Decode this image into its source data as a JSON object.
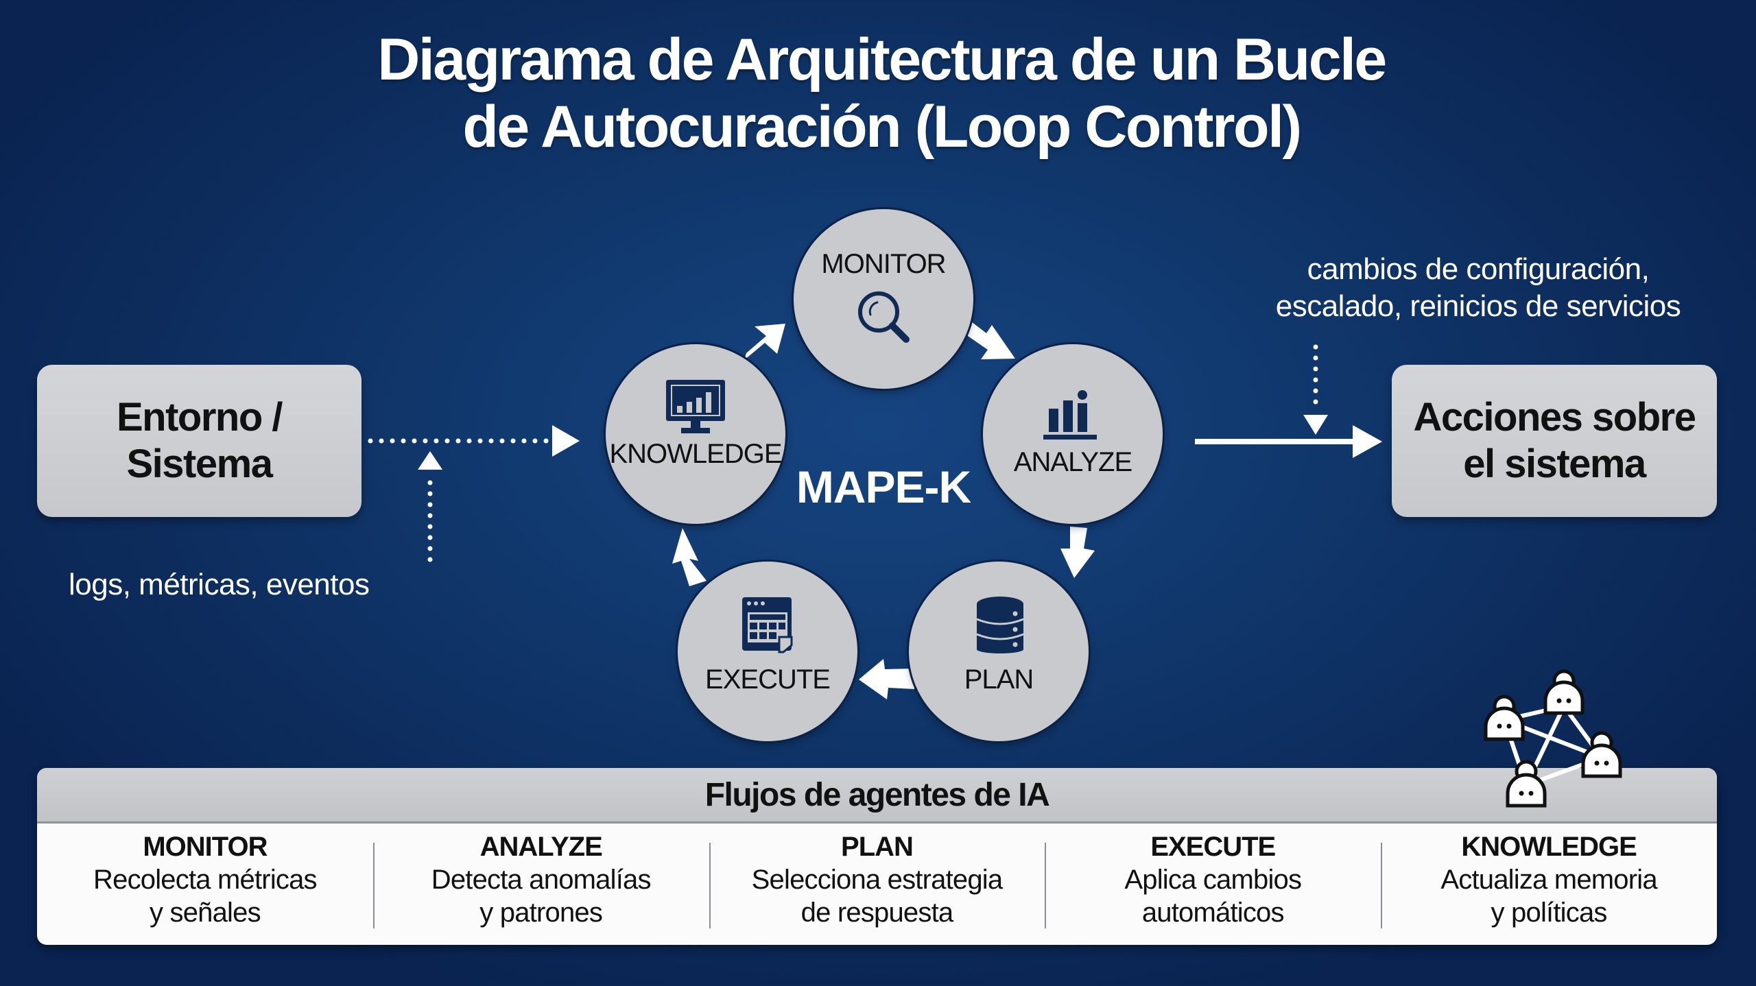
{
  "title": {
    "line1": "Diagrama de Arquitectura de un Bucle",
    "line2": "de Autocuración (Loop Control)"
  },
  "colors": {
    "background": "#113a70",
    "background_edge": "#0a2350",
    "node_fill": "#c9cacd",
    "icon_navy": "#0f2a55",
    "panel_header": "#c7c8cb",
    "panel_body": "#fbfbfb",
    "arrow": "#ffffff"
  },
  "left_box": {
    "line1": "Entorno /",
    "line2": "Sistema"
  },
  "left_note": "logs, métricas, eventos",
  "right_box": {
    "line1": "Acciones sobre",
    "line2": "el sistema"
  },
  "right_note": {
    "line1": "cambios de configuración,",
    "line2": "escalado, reinicios de servicios"
  },
  "loop": {
    "center_label": "MAPE-K",
    "nodes": [
      {
        "id": "monitor",
        "label": "MONITOR",
        "icon": "magnifier-icon"
      },
      {
        "id": "analyze",
        "label": "ANALYZE",
        "icon": "bar-chart-icon"
      },
      {
        "id": "plan",
        "label": "PLAN",
        "icon": "database-icon"
      },
      {
        "id": "execute",
        "label": "EXECUTE",
        "icon": "spreadsheet-window-icon"
      },
      {
        "id": "knowledge",
        "label": "KNOWLEDGE",
        "icon": "monitor-chart-icon"
      }
    ]
  },
  "panel": {
    "title": "Flujos de agentes de IA",
    "icon": "agent-network-icon",
    "columns": [
      {
        "title": "MONITOR",
        "desc1": "Recolecta métricas",
        "desc2": "y señales"
      },
      {
        "title": "ANALYZE",
        "desc1": "Detecta anomalías",
        "desc2": "y patrones"
      },
      {
        "title": "PLAN",
        "desc1": "Selecciona estrategia",
        "desc2": "de respuesta"
      },
      {
        "title": "EXECUTE",
        "desc1": "Aplica cambios",
        "desc2": "automáticos"
      },
      {
        "title": "KNOWLEDGE",
        "desc1": "Actualiza memoria",
        "desc2": "y políticas"
      }
    ]
  }
}
